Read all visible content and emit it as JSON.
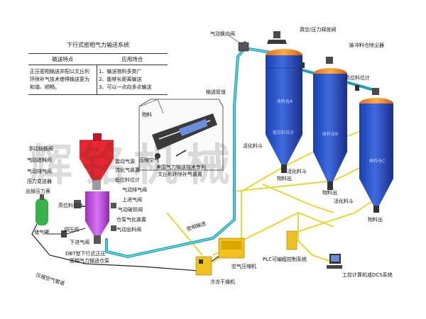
{
  "table": {
    "title": "下行式密相气力输送系统",
    "headers": [
      "输送特点",
      "应用场合"
    ],
    "feature_lines": [
      "正压密相输送并配以文丘利",
      "环除补气技术使得输送更为",
      "和谐、顺畅。"
    ],
    "application_lines": [
      "1、输送物料多类广",
      "2、能够长距离输送",
      "3、可以一点向多点输送"
    ]
  },
  "labels": {
    "pneumatic_valve_top": "气动换向阀",
    "vacuum_valve": "真空/压力释放阀",
    "pulse_dust": "脉冲料仓除尘器",
    "high_level_1": "高位料位计",
    "silo_a": "收料仓A",
    "silo_b": "收料仓B",
    "silo_c": "收料仓C",
    "low_level_silo": "低位料位计",
    "transport_pipe": "输送管道",
    "fluid_hopper_1": "活化料斗",
    "fluid_hopper_2": "活化料斗",
    "fluid_hopper_3": "活化料斗",
    "material_out_1": "物料出",
    "material_out_2": "物料出",
    "material_out_3": "物料出",
    "material_in": "物料",
    "pressure_gas": "压缩空气",
    "venturi_1": "美国气力输送技术专利",
    "venturi_2": "文丘利环除补气装置",
    "manual_valve": "手动插板阀",
    "pneu_in_valve": "气动进料阀",
    "pneu_out_valve": "气动排气阀",
    "pressure_gauge": "压力变送器",
    "pressure_meter": "出操压力表",
    "vibrate_gas": "震动气源",
    "ventilation": "流化气装置",
    "low_level": "低位料位计",
    "pneu_stop": "气动排气阀",
    "upper_gas": "上进气阀",
    "pneu_break": "气动破拱阀",
    "high_level_2": "高位料位计",
    "bin_gas": "仓泵气化装置",
    "pneu_out": "气动出料阀",
    "regulator": "调压阀",
    "gas_tank": "储气罐",
    "down_gas": "下进气阀",
    "pump_line1": "DBT型下行式正压",
    "pump_line2": "密相气力输送仓泵",
    "dense_pipe": "密相输送",
    "air_pipe": "压缩空气管道",
    "plc": "PLC可编程控制系统",
    "air_comp": "空气压缩机",
    "dryer": "冷冻干燥机",
    "dcs": "工控计算机或DCS系统",
    "watermark": "辉铭机械"
  }
}
